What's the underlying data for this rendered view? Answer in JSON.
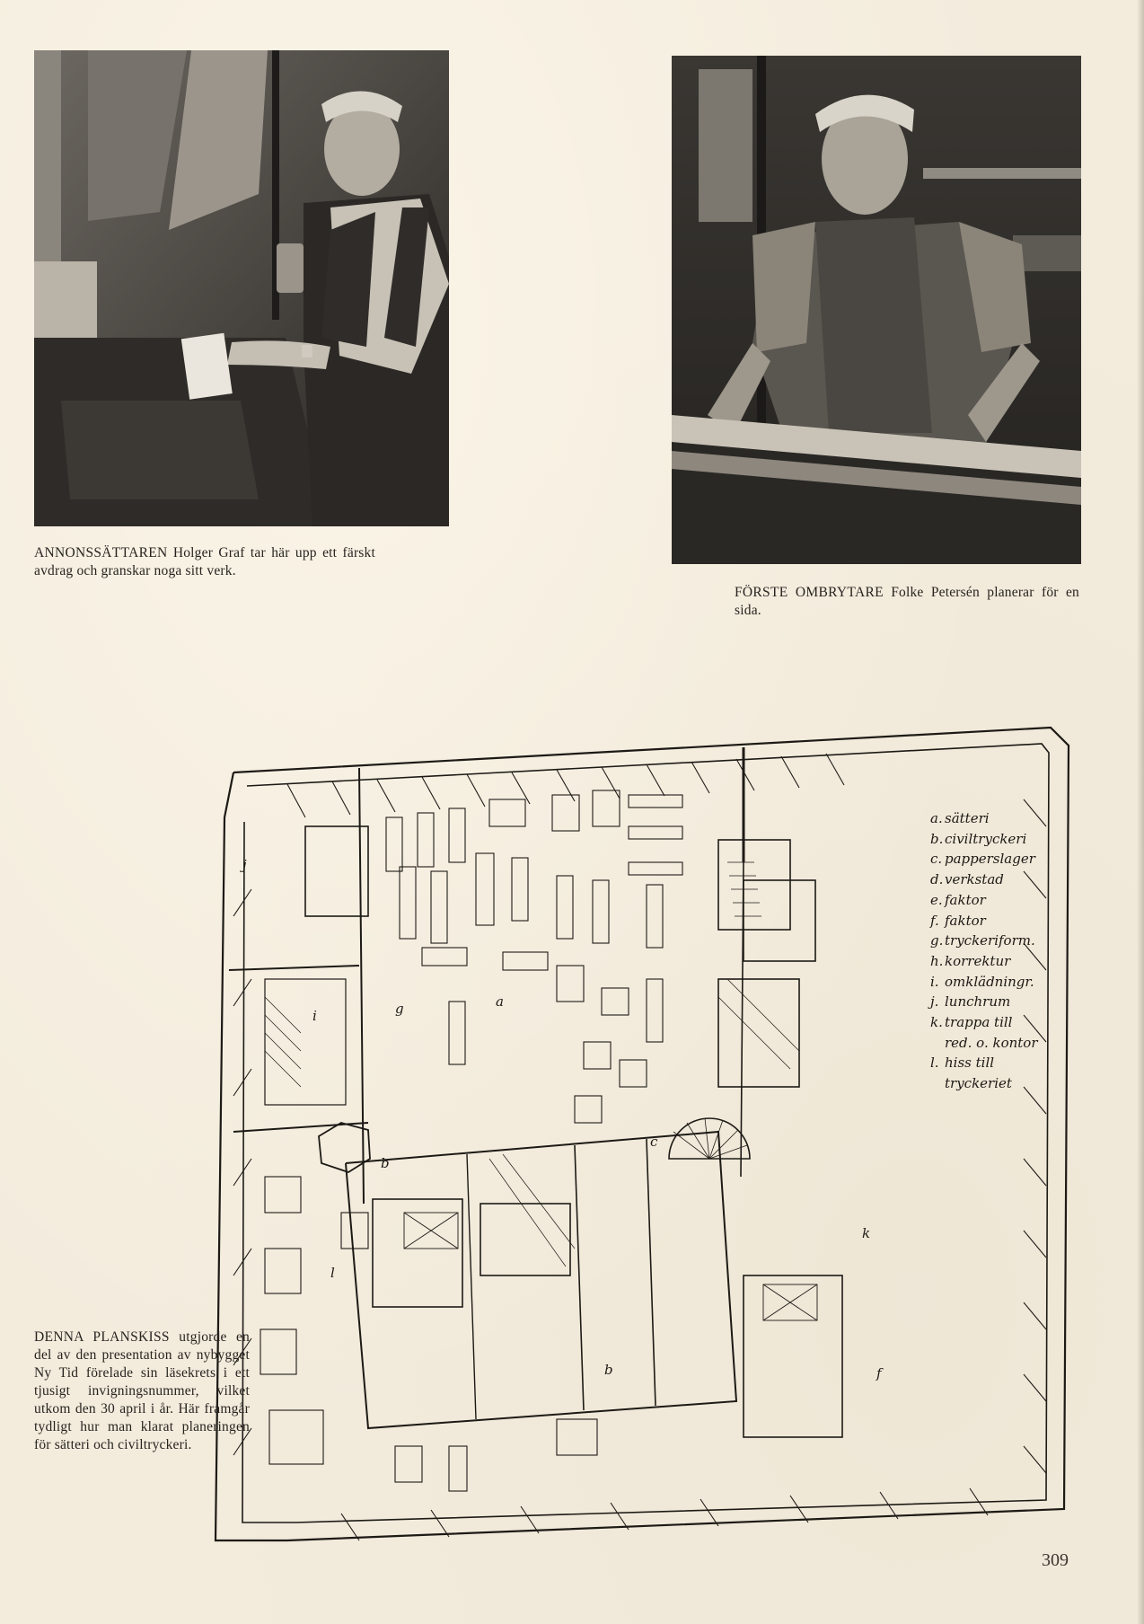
{
  "page": {
    "number": "309",
    "background_color": "#f3ecdd",
    "language": "sv"
  },
  "photos": [
    {
      "id": "photo-left",
      "subject": "Typesetter at a press frame holding a proof sheet",
      "caption": {
        "lead": "ANNONSSÄTTAREN",
        "text": "Holger Graf tar här upp ett färskt avdrag och granskar noga sitt verk."
      }
    },
    {
      "id": "photo-right",
      "subject": "Make-up compositor arranging type on a page frame",
      "caption": {
        "lead": "FÖRSTE OMBRYTARE",
        "text": "Folke Petersén planerar för en sida."
      }
    }
  ],
  "floor_plan": {
    "description": "Isometric sketch of the printing works floor plan",
    "area_labels": [
      {
        "key": "a",
        "label": "a"
      },
      {
        "key": "b1",
        "label": "b"
      },
      {
        "key": "b2",
        "label": "b"
      },
      {
        "key": "c",
        "label": "c"
      },
      {
        "key": "f",
        "label": "f"
      },
      {
        "key": "g",
        "label": "g"
      },
      {
        "key": "i",
        "label": "i"
      },
      {
        "key": "j",
        "label": "j"
      },
      {
        "key": "k",
        "label": "k"
      },
      {
        "key": "l",
        "label": "l"
      }
    ],
    "legend": [
      {
        "key": "a.",
        "text": "sätteri"
      },
      {
        "key": "b.",
        "text": "civiltryckeri"
      },
      {
        "key": "c.",
        "text": "papperslager"
      },
      {
        "key": "d.",
        "text": "verkstad"
      },
      {
        "key": "e.",
        "text": "faktor"
      },
      {
        "key": "f.",
        "text": "faktor"
      },
      {
        "key": "g.",
        "text": "tryckeriform."
      },
      {
        "key": "h.",
        "text": "korrektur"
      },
      {
        "key": "i.",
        "text": "omklädningr."
      },
      {
        "key": "j.",
        "text": "lunchrum"
      },
      {
        "key": "k.",
        "text": "trappa till",
        "continuation": "red. o. kontor"
      },
      {
        "key": "l.",
        "text": "hiss till",
        "continuation": "tryckeriet"
      }
    ],
    "caption": {
      "lead": "DENNA PLANSKISS",
      "text": "utgjorde en del av den presentation av nybygget Ny Tid förelade sin läsekrets i ett tjusigt invigningsnummer, vilket utkom den 30 april i år. Här framgår tydligt hur man klarat planeringen för sätteri och civiltryckeri."
    }
  }
}
